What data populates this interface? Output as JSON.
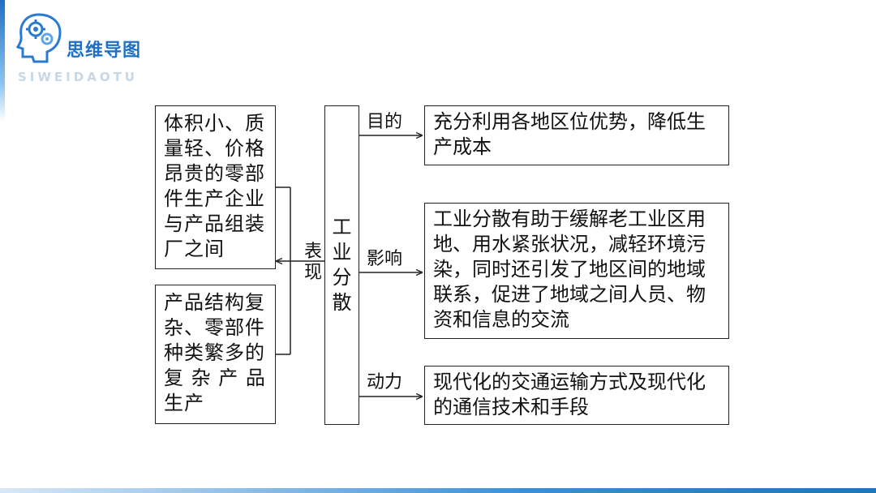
{
  "header": {
    "title": "思维导图",
    "subtitle": "SIWEIDAOTU",
    "logo_icon": "head-gears-icon"
  },
  "diagram": {
    "center": "工业分散",
    "left_branch_label": "表现",
    "left_items": [
      "体积小、质量轻、价格昂贵的零部件生产企业与产品组装厂之间",
      "产品结构复杂、零部件种类繁多的复 杂 产 品生产"
    ],
    "right_branches": [
      {
        "label": "目的",
        "text": "充分利用各地区位优势，降低生产成本"
      },
      {
        "label": "影响",
        "text": "工业分散有助于缓解老工业区用地、用水紧张状况，减轻环境污染，同时还引发了地区间的地域联系，促进了地域之间人员、物资和信息的交流"
      },
      {
        "label": "动力",
        "text": "现代化的交通运输方式及现代化的通信技术和手段"
      }
    ]
  },
  "colors": {
    "brand": "#1f6fc5",
    "subtitle": "#c8d7e6",
    "line": "#222222"
  }
}
